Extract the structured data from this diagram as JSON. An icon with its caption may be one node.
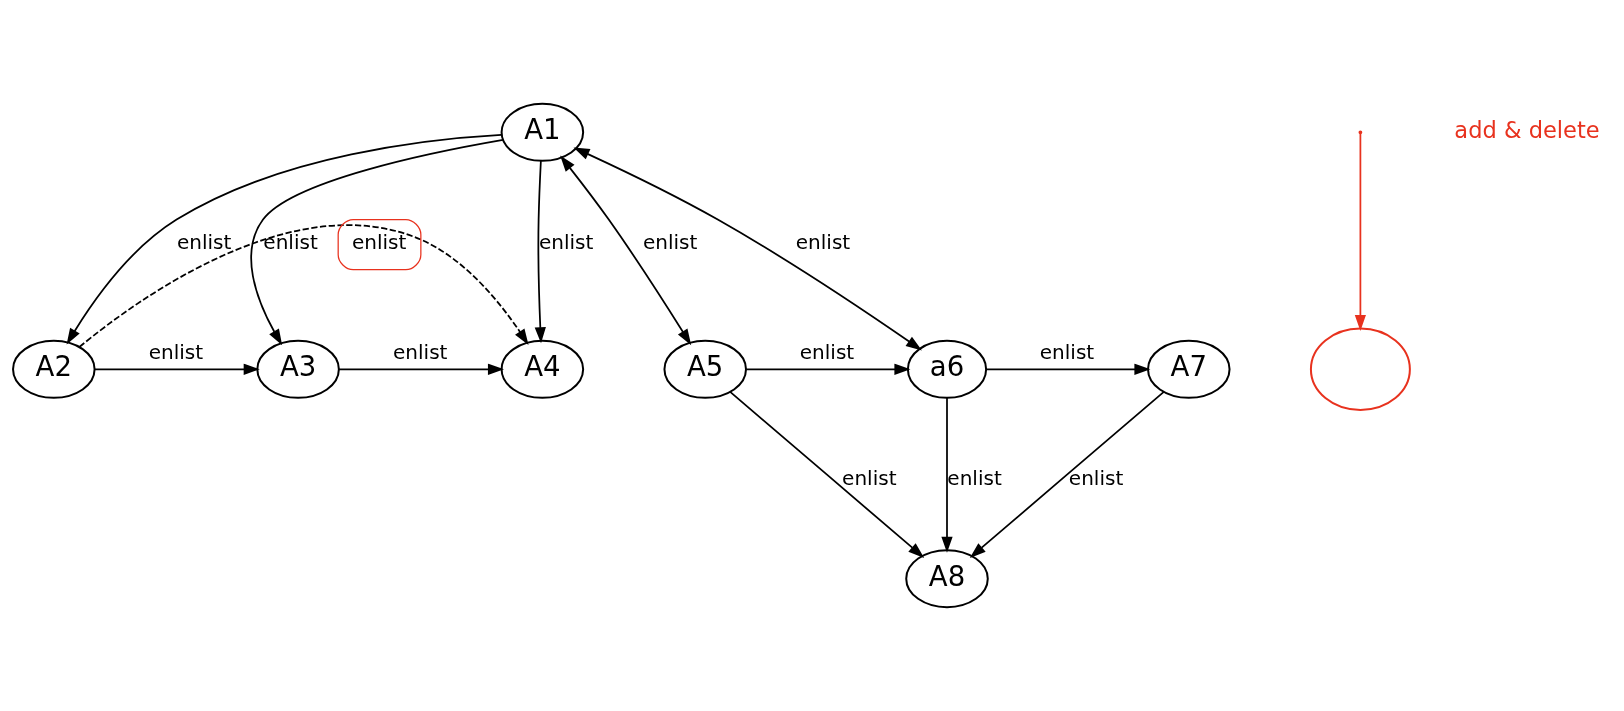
{
  "diagram": {
    "nodes": [
      {
        "text": [
          "A1"
        ]
      },
      {
        "text": [
          "A4"
        ]
      },
      {
        "text": [
          "A3"
        ]
      },
      {
        "text": [
          "A2"
        ]
      },
      {
        "text": [
          "A7"
        ]
      },
      {
        "text": [],
        "shape": "circle"
      },
      {
        "text": [
          "a6"
        ]
      },
      {
        "text": [
          "A5"
        ]
      },
      {
        "text": [
          "A8"
        ]
      }
    ],
    "edges": [
      {
        "from": 0,
        "to": 1,
        "arrow": "to",
        "label": "enlist"
      },
      {
        "from": 0,
        "to": 2,
        "arrow": "to",
        "label": "enlist"
      },
      {
        "from": 0,
        "to": 3,
        "arrow": "to",
        "label": "enlist"
      },
      {
        "from": 0,
        "to": 6,
        "arrow": "both",
        "label": "enlist"
      },
      {
        "from": 0,
        "to": 7,
        "arrow": "both",
        "label": "enlist"
      },
      {
        "from": 2,
        "to": 1,
        "arrow": "to",
        "label": "enlist"
      },
      {
        "from": 3,
        "to": 2,
        "arrow": "to",
        "label": "enlist"
      },
      {
        "from": 3,
        "to": 1,
        "arrow": "to",
        "label": "enlist",
        "style": "dashed"
      },
      {
        "from": 6,
        "to": 4,
        "arrow": "to",
        "label": "enlist"
      },
      {
        "from": 7,
        "to": 6,
        "arrow": "to",
        "label": "enlist"
      },
      {
        "from": 4,
        "to": 8,
        "arrow": "to",
        "label": "enlist"
      },
      {
        "from": 6,
        "to": 8,
        "arrow": "to",
        "label": "enlist"
      },
      {
        "from": 7,
        "to": 8,
        "arrow": "to",
        "label": "enlist"
      },
      {
        "from": null,
        "to": 5,
        "arrow": "to",
        "color": "#e8321e"
      }
    ],
    "labels": [
      "add & delete"
    ]
  }
}
